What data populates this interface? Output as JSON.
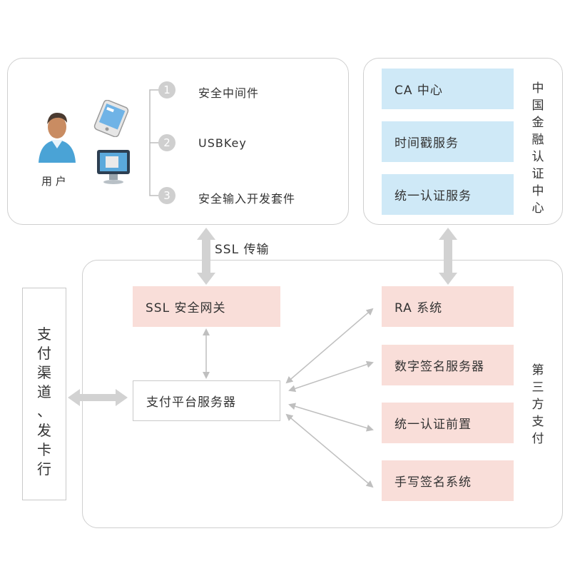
{
  "user_panel": {
    "user_label": "用 户",
    "items": [
      {
        "num": "1",
        "label": "安全中间件"
      },
      {
        "num": "2",
        "label": "USBKey"
      },
      {
        "num": "3",
        "label": "安全输入开发套件"
      }
    ]
  },
  "ca_panel": {
    "boxes": [
      "CA 中心",
      "时间戳服务",
      "统一认证服务"
    ],
    "side_label": [
      "中",
      "国",
      "金",
      "融",
      "认",
      "证",
      "中",
      "心"
    ]
  },
  "ssl_transfer_label": "SSL 传输",
  "third_party_panel": {
    "gateway": "SSL 安全网关",
    "platform_server": "支付平台服务器",
    "right_boxes": [
      "RA 系统",
      "数字签名服务器",
      "统一认证前置",
      "手写签名系统"
    ],
    "side_label": [
      "第",
      "三",
      "方",
      "支",
      "付"
    ]
  },
  "channel_label": [
    "支",
    "付",
    "渠",
    "道",
    "、",
    "发",
    "卡",
    "行"
  ],
  "colors": {
    "blue_box": "#cfe9f7",
    "pink_box": "#f9ded9",
    "arrow_gray": "#cfcfcf",
    "panel_border": "#cfcfcf"
  }
}
